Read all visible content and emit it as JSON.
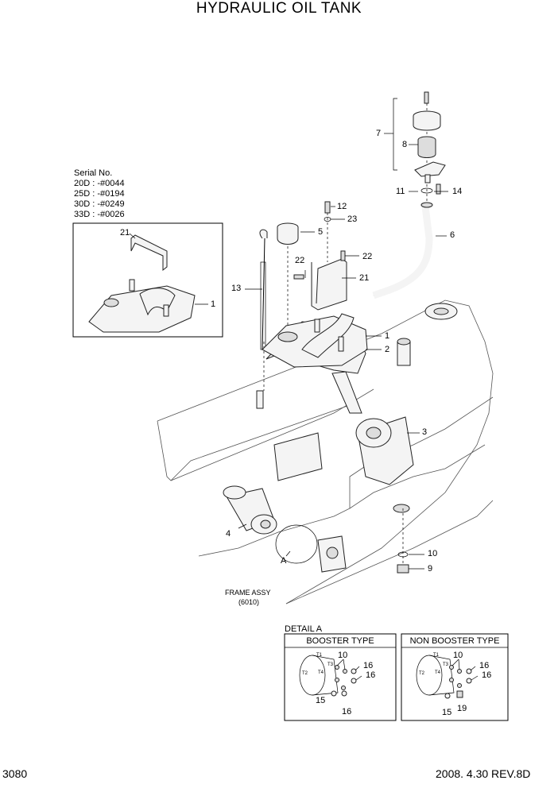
{
  "title": "HYDRAULIC OIL TANK",
  "serial": {
    "heading": "Serial No.",
    "lines": [
      "20D : -#0044",
      "25D : -#0194",
      "30D : -#0249",
      "33D : -#0026"
    ]
  },
  "callouts": {
    "inset_21": "21",
    "inset_1": "1",
    "c12": "12",
    "c23": "23",
    "c5": "5",
    "c22a": "22",
    "c22b": "22",
    "c21": "21",
    "c13": "13",
    "c1": "1",
    "c2": "2",
    "c3": "3",
    "c4": "4",
    "c6": "6",
    "c7": "7",
    "c8": "8",
    "c11": "11",
    "c14": "14",
    "c10": "10",
    "c9": "9",
    "cA": "A"
  },
  "frame_assy": {
    "line1": "FRAME ASSY",
    "line2": "(6010)"
  },
  "detail": {
    "heading": "DETAIL A",
    "booster": {
      "title": "BOOSTER TYPE",
      "labels": {
        "l10": "10",
        "l16a": "16",
        "l16b": "16",
        "l15": "15",
        "l16c": "16"
      },
      "ports": {
        "t1": "T1",
        "t2": "T2",
        "t3": "T3",
        "t4": "T4"
      }
    },
    "non_booster": {
      "title": "NON BOOSTER TYPE",
      "labels": {
        "l10": "10",
        "l16a": "16",
        "l16b": "16",
        "l15": "15",
        "l19": "19"
      },
      "ports": {
        "t1": "T1",
        "t2": "T2",
        "t3": "T3",
        "t4": "T4"
      }
    }
  },
  "footer": {
    "page": "3080",
    "revision": "2008. 4.30  REV.8D"
  }
}
